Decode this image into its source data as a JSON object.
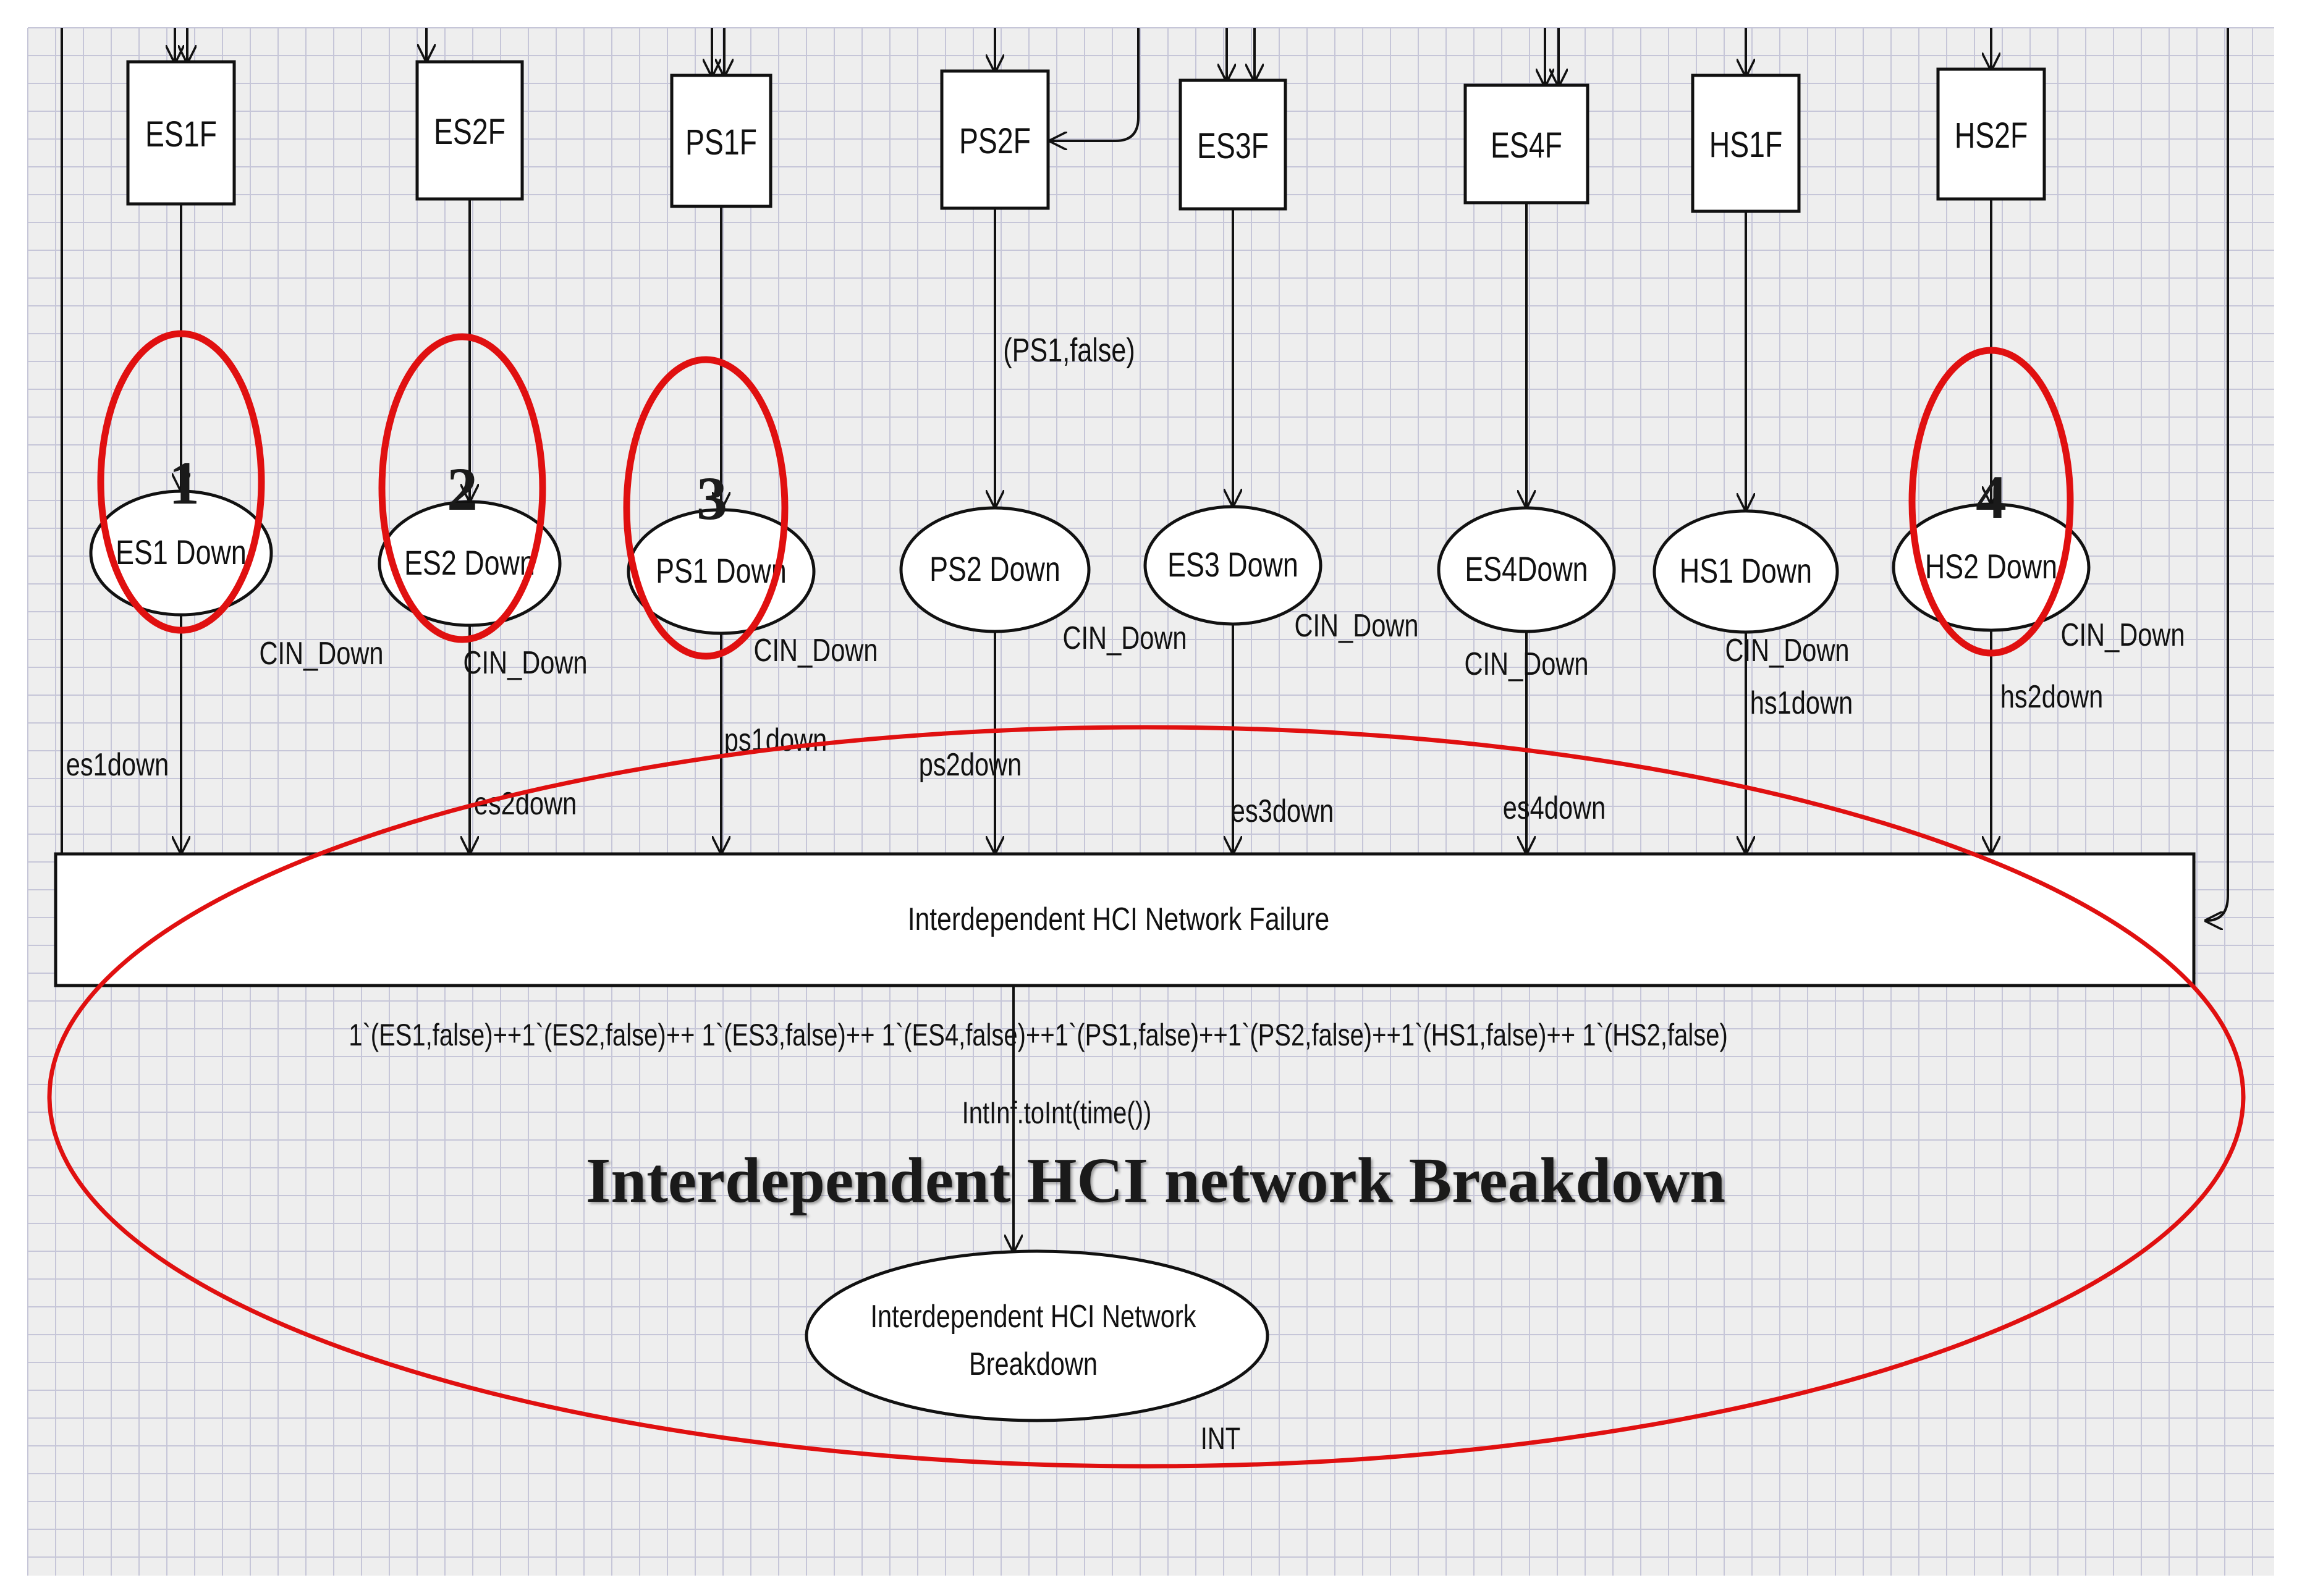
{
  "colors": {
    "canvas_bg": "#eeeeee",
    "grid_line": "#c6c6d8",
    "node_stroke": "#111111",
    "arc": "#111111",
    "highlight": "#e01010",
    "title_text": "#1a1a1a"
  },
  "transitions": [
    {
      "id": "es1f",
      "label": "ES1F"
    },
    {
      "id": "es2f",
      "label": "ES2F"
    },
    {
      "id": "ps1f",
      "label": "PS1F"
    },
    {
      "id": "ps2f",
      "label": "PS2F"
    },
    {
      "id": "es3f",
      "label": "ES3F"
    },
    {
      "id": "es4f",
      "label": "ES4F"
    },
    {
      "id": "hs1f",
      "label": "HS1F"
    },
    {
      "id": "hs2f",
      "label": "HS2F"
    }
  ],
  "places": [
    {
      "id": "es1",
      "label": "ES1 Down",
      "type_label": "CIN_Down",
      "arc_label": "es1down",
      "marker": "1"
    },
    {
      "id": "es2",
      "label": "ES2 Down",
      "type_label": "CIN_Down",
      "arc_label": "es2down",
      "marker": "2"
    },
    {
      "id": "ps1",
      "label": "PS1 Down",
      "type_label": "CIN_Down",
      "arc_label": "ps1down",
      "marker": "3"
    },
    {
      "id": "ps2",
      "label": "PS2 Down",
      "type_label": "CIN_Down",
      "arc_label": "ps2down",
      "marker": ""
    },
    {
      "id": "es3",
      "label": "ES3 Down",
      "type_label": "CIN_Down",
      "arc_label": "es3down",
      "marker": ""
    },
    {
      "id": "es4",
      "label": "ES4Down",
      "type_label": "CIN_Down",
      "arc_label": "es4down",
      "marker": ""
    },
    {
      "id": "hs1",
      "label": "HS1 Down",
      "type_label": "CIN_Down",
      "arc_label": "hs1down",
      "marker": ""
    },
    {
      "id": "hs2",
      "label": "HS2 Down",
      "type_label": "CIN_Down",
      "arc_label": "hs2down",
      "marker": "4"
    }
  ],
  "ps2_input_arc_label": "(PS1,false)",
  "main_transition": {
    "label": "Interdependent HCI Network  Failure"
  },
  "output_arc_expression": "1`(ES1,false)++1`(ES2,false)++ 1`(ES3,false)++ 1`(ES4,false)++1`(PS1,false)++1`(PS2,false)++1`(HS1,false)++ 1`(HS2,false)",
  "time_expression": "IntInf.toInt(time())",
  "overlay_title": "Interdependent HCI network Breakdown",
  "final_place": {
    "line1": "Interdependent HCI Network",
    "line2": "Breakdown",
    "type_label": "INT"
  }
}
